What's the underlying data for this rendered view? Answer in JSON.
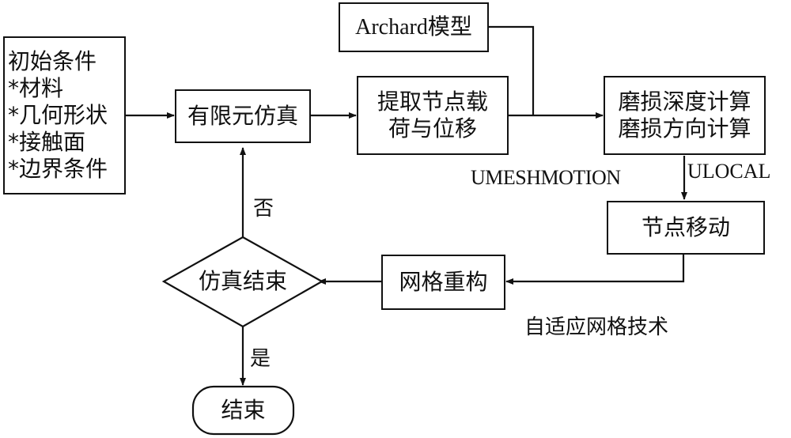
{
  "nodes": {
    "initial_conditions": {
      "title": "初始条件",
      "items": [
        "*材料",
        "*几何形状",
        "*接触面",
        "*边界条件"
      ]
    },
    "fem_simulation": "有限元仿真",
    "extract_node": [
      "提取节点载",
      "荷与位移"
    ],
    "archard_model": "Archard模型",
    "wear_calc": [
      "磨损深度计算",
      "磨损方向计算"
    ],
    "node_move": "节点移动",
    "mesh_rebuild": "网格重构",
    "sim_end_decision": "仿真结束",
    "end": "结束"
  },
  "labels": {
    "umeshmotion": "UMESHMOTION",
    "ulocal": "ULOCAL",
    "no": "否",
    "yes": "是",
    "adaptive_mesh": "自适应网格技术"
  }
}
